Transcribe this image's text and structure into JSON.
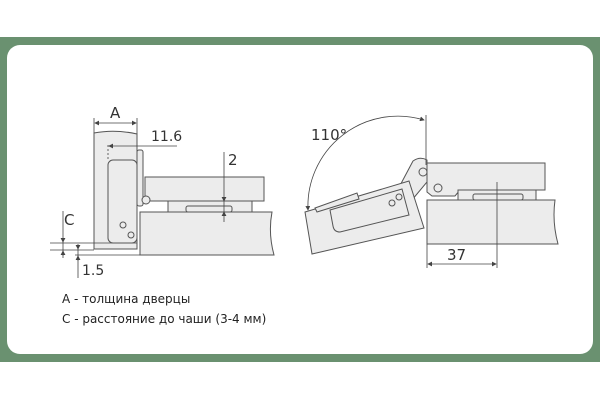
{
  "colors": {
    "frame": "#6a9170",
    "fill": "#ececec",
    "stroke": "#555555"
  },
  "left_diagram": {
    "label_a": "A",
    "dim_11_6": "11.6",
    "dim_2": "2",
    "label_c": "C",
    "dim_1_5": "1.5"
  },
  "right_diagram": {
    "angle": "110°",
    "dim_37": "37"
  },
  "legend": [
    "A - толщина дверцы",
    "C - расстояние до чаши (3-4 мм)"
  ]
}
